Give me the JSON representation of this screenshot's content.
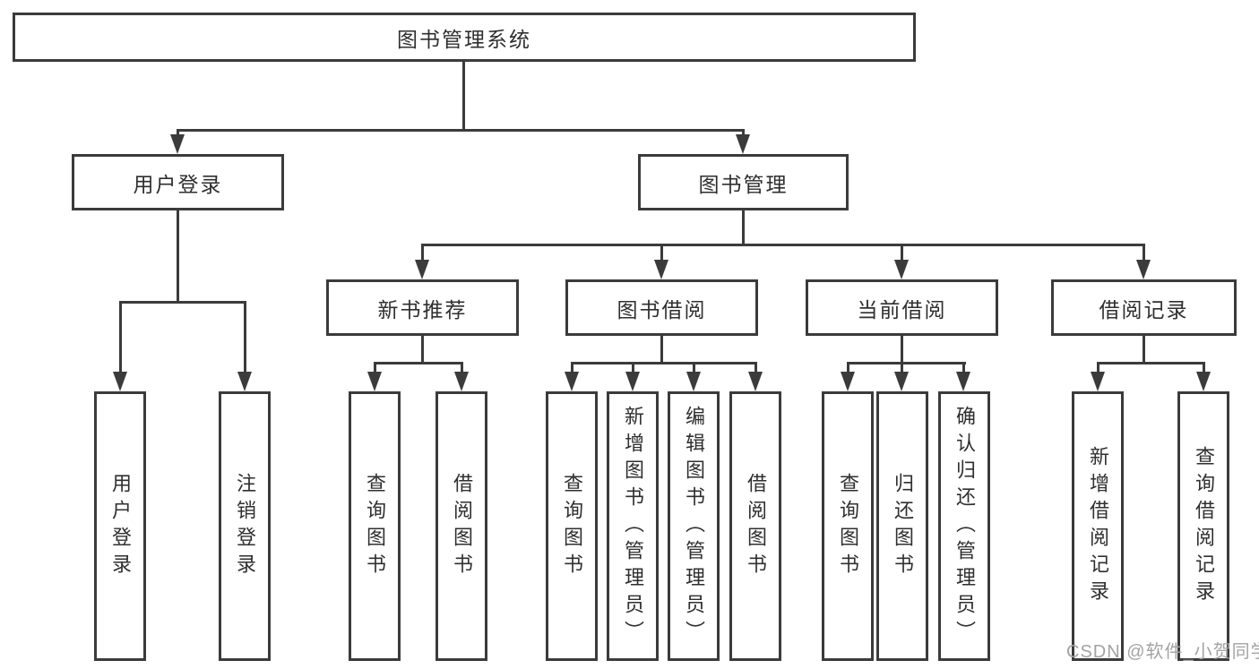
{
  "diagram": {
    "root_label": "图书管理系统",
    "branches": [
      {
        "label": "用户登录",
        "children": [
          {
            "label": "用户登录"
          },
          {
            "label": "注销登录"
          }
        ]
      },
      {
        "label": "图书管理",
        "children": [
          {
            "label": "新书推荐",
            "children": [
              {
                "label": "查询图书"
              },
              {
                "label": "借阅图书"
              }
            ]
          },
          {
            "label": "图书借阅",
            "children": [
              {
                "label": "查询图书"
              },
              {
                "label": "新增图书（管理员）"
              },
              {
                "label": "编辑图书（管理员）"
              },
              {
                "label": "借阅图书"
              }
            ]
          },
          {
            "label": "当前借阅",
            "children": [
              {
                "label": "查询图书"
              },
              {
                "label": "归还图书"
              },
              {
                "label": "确认归还（管理员）"
              }
            ]
          },
          {
            "label": "借阅记录",
            "children": [
              {
                "label": "新增借阅记录"
              },
              {
                "label": "查询借阅记录"
              }
            ]
          }
        ]
      }
    ]
  },
  "watermark": {
    "text": "CSDN @软件_小贺同学"
  },
  "colors": {
    "line": "#3b3b3b",
    "text": "#2f2f2f",
    "watermark": "#a3a3a3",
    "background": "#ffffff"
  }
}
